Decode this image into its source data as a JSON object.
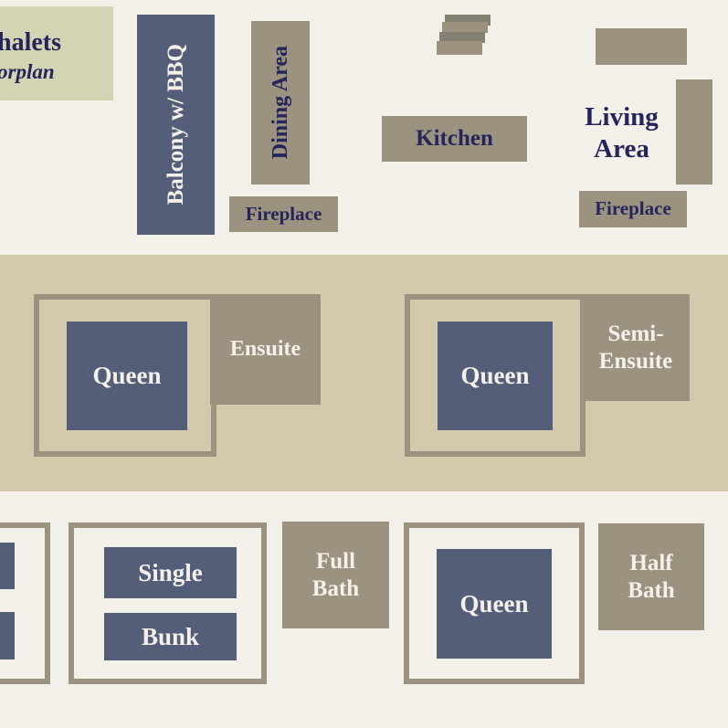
{
  "title": {
    "line1": "halets",
    "line2": "orplan"
  },
  "upper_floor": {
    "balcony": "Balcony w/ BBQ",
    "dining": "Dining Area",
    "fireplace_left": "Fireplace",
    "kitchen": "Kitchen",
    "living": "Living Area",
    "fireplace_right": "Fireplace"
  },
  "middle_floor": {
    "bed_left": "Queen",
    "ensuite": "Ensuite",
    "bed_right": "Queen",
    "semi_ensuite": "Semi-Ensuite"
  },
  "lower_floor": {
    "single": "Single",
    "bunk": "Bunk",
    "full_bath": "Full Bath",
    "bed_queen": "Queen",
    "half_bath": "Half Bath"
  },
  "colors": {
    "background": "#f2f0e9",
    "furniture": "#9c9280",
    "bed": "#545e78",
    "band": "#d5c9ad",
    "title_box": "#d3d4b4",
    "text": "#25255a"
  }
}
